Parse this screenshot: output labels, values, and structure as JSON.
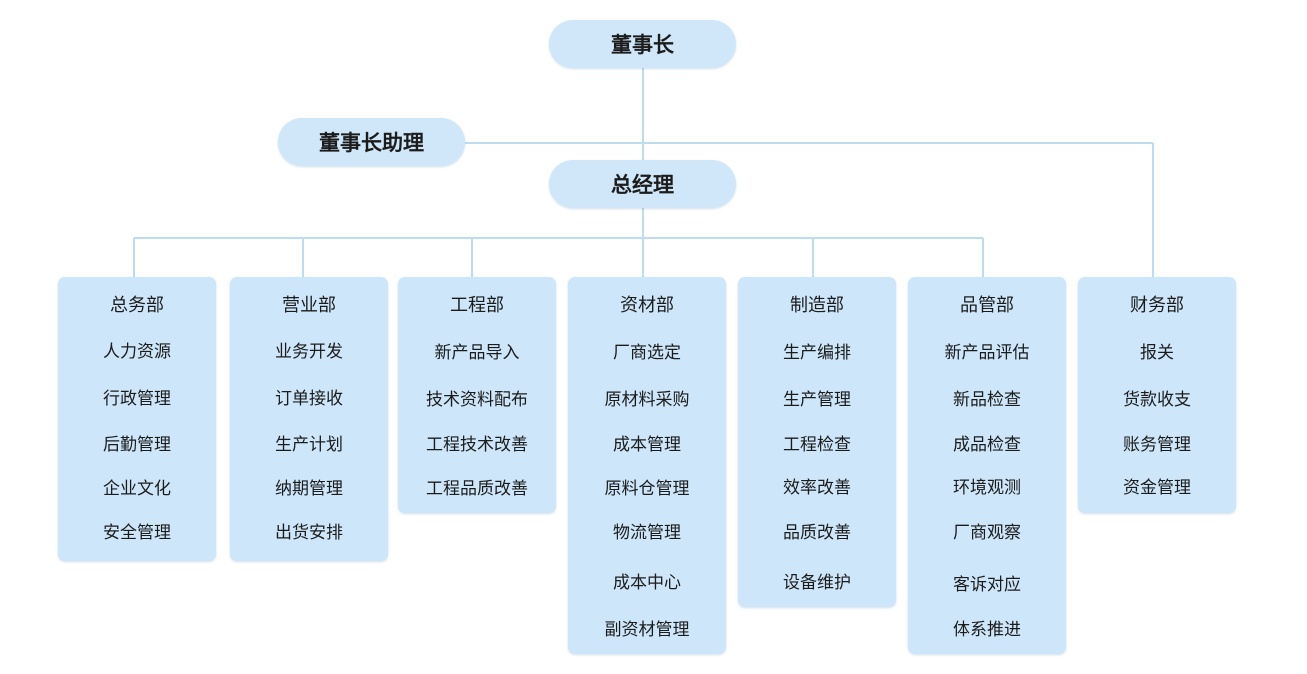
{
  "chairman": {
    "label": "董事长"
  },
  "assistant": {
    "label": "董事长助理"
  },
  "general_manager": {
    "label": "总经理"
  },
  "departments": [
    {
      "title": "总务部",
      "items": [
        "人力资源",
        "行政管理",
        "后勤管理",
        "企业文化",
        "安全管理"
      ]
    },
    {
      "title": "营业部",
      "items": [
        "业务开发",
        "订单接收",
        "生产计划",
        "纳期管理",
        "出货安排"
      ]
    },
    {
      "title": "工程部",
      "items": [
        "新产品导入",
        "技术资料配布",
        "工程技术改善",
        "工程品质改善"
      ]
    },
    {
      "title": "资材部",
      "items": [
        "厂商选定",
        "原材料采购",
        "成本管理",
        "原料仓管理",
        "物流管理",
        "成本中心",
        "副资材管理"
      ]
    },
    {
      "title": "制造部",
      "items": [
        "生产编排",
        "生产管理",
        "工程检查",
        "效率改善",
        "品质改善",
        "设备维护"
      ]
    },
    {
      "title": "品管部",
      "items": [
        "新产品评估",
        "新品检查",
        "成品检查",
        "环境观测",
        "厂商观察",
        "客诉对应",
        "体系推进"
      ]
    },
    {
      "title": "财务部",
      "items": [
        "报关",
        "货款收支",
        "账务管理",
        "资金管理"
      ]
    }
  ],
  "colors": {
    "box_fill": "#cde6f9",
    "connector": "#bcdcf2"
  }
}
